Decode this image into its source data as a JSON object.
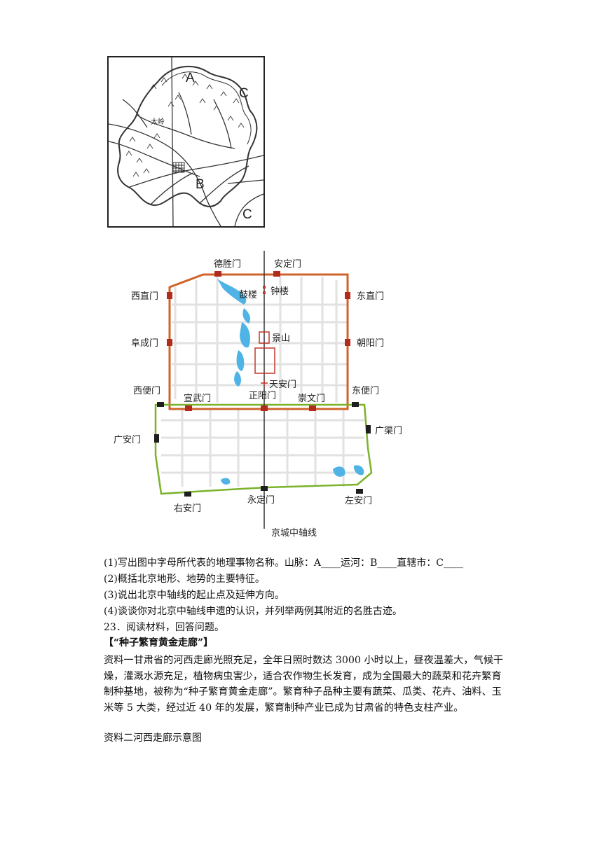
{
  "map1": {
    "labels": {
      "A": "A",
      "B": "B",
      "C": "C",
      "taihang": "太岭"
    }
  },
  "map2": {
    "gates": {
      "deshengmen": "德胜门",
      "andingmen": "安定门",
      "xizhimen": "西直门",
      "dongzhimen": "东直门",
      "fuchengmen": "阜成门",
      "chaoyangmen": "朝阳门",
      "xibianmen": "西便门",
      "dongbianmen": "东便门",
      "xuanwumen": "宣武门",
      "zhengyangmen": "正阳门",
      "chongwenmen": "崇文门",
      "guanganmen": "广安门",
      "guangqumen": "广渠门",
      "youanmen": "右安门",
      "yongdingmen": "永定门",
      "zuoanmen": "左安门"
    },
    "landmarks": {
      "gulou": "鼓楼",
      "zhonglou": "钟楼",
      "jingshan": "景山",
      "tiananmen": "天安门"
    },
    "axis_label": "京城中轴线"
  },
  "questions": {
    "q1": "(1)写出图中字母所代表的地理事物名称。山脉：A____运河：B____直辖市：C____",
    "q2": "(2)概括北京地形、地势的主要特征。",
    "q3": "(3)说出北京中轴线的起止点及延伸方向。",
    "q4": "(4)谈谈你对北京中轴线申遗的认识，并列举两例其附近的名胜古迹。"
  },
  "q23": {
    "heading": "23．阅读材料，回答问题。",
    "title": "【“种子繁育黄金走廊”】",
    "material1": "资料一甘肃省的河西走廊光照充足，全年日照时数达 3000 小时以上，昼夜温差大，气候干燥，灌溉水源充足，植物病虫害少，适合农作物生长发育，成为全国最大的蔬菜和花卉繁育制种基地，被称为“种子繁育黄金走廊”。繁育种子品种主要有蔬菜、瓜类、花卉、油料、玉米等 5 大类，经过近 40 年的发展，繁育制种产业已成为甘肃省的特色支柱产业。",
    "material2": "资料二河西走廊示意图"
  }
}
